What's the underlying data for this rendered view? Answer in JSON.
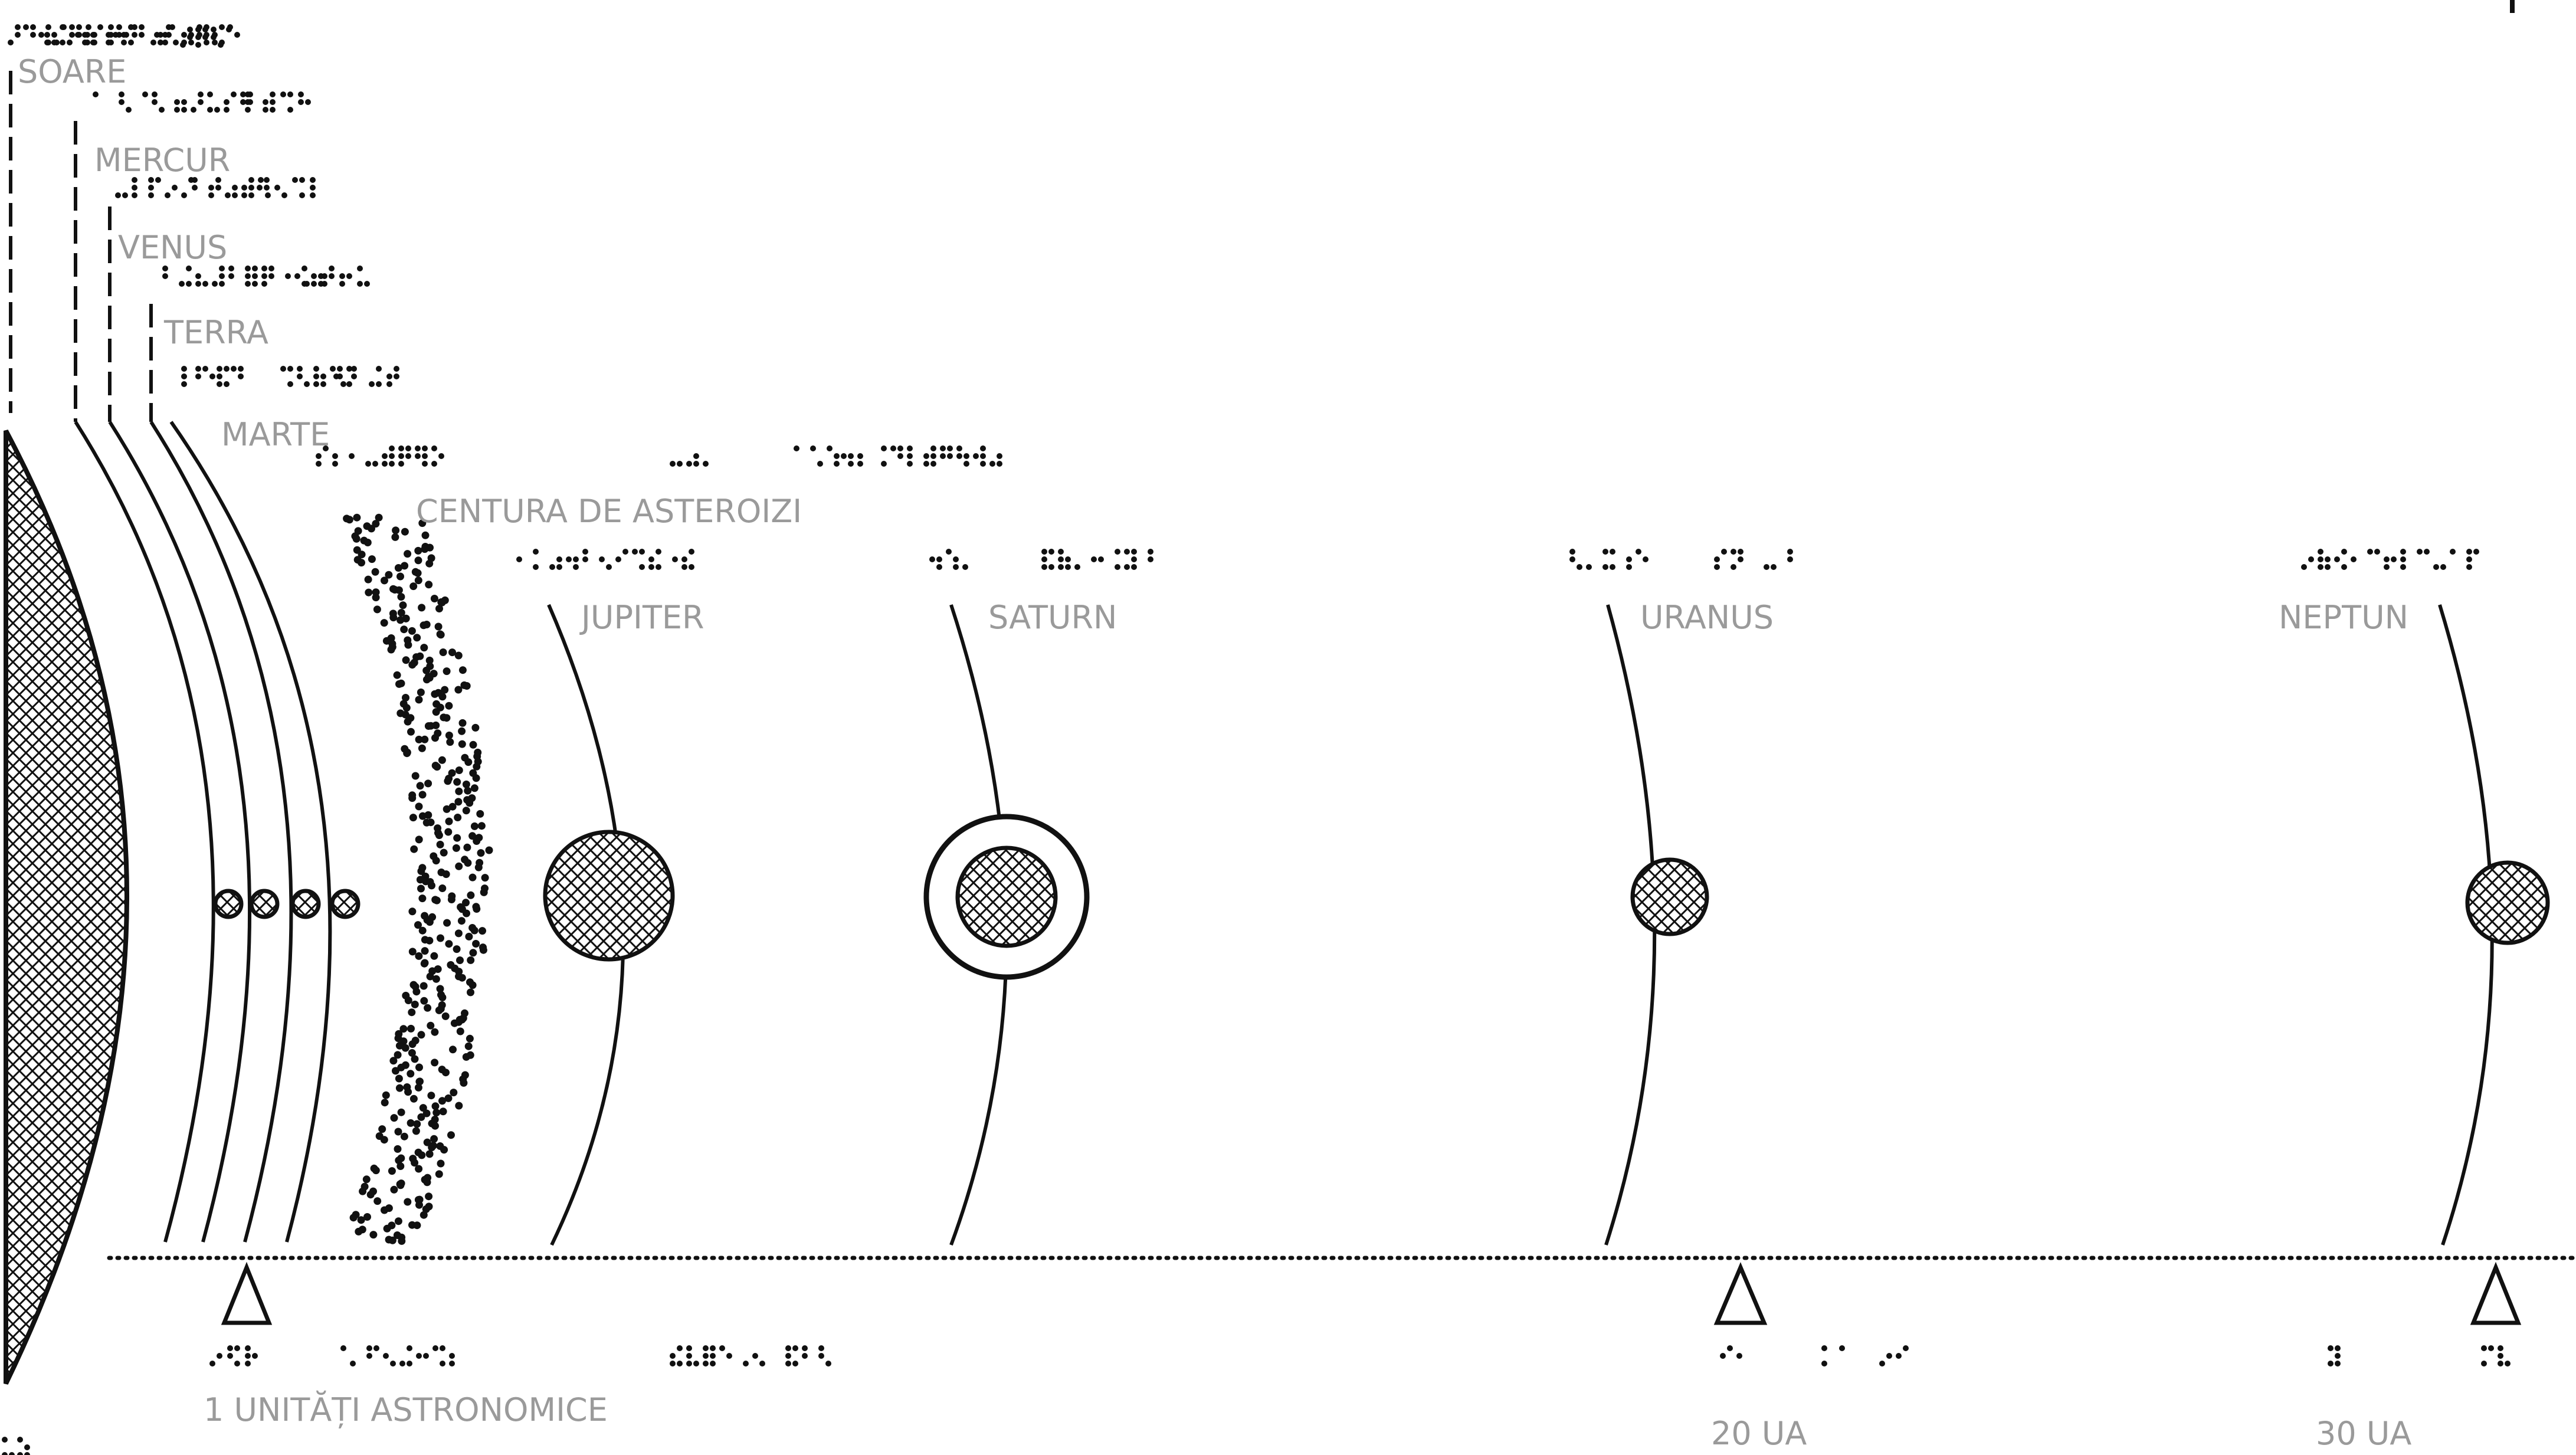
{
  "sun": {
    "label": "SOARE"
  },
  "planets": [
    {
      "id": "mercur",
      "label": "MERCUR"
    },
    {
      "id": "venus",
      "label": "VENUS"
    },
    {
      "id": "terra",
      "label": "TERRA"
    },
    {
      "id": "marte",
      "label": "MARTE"
    },
    {
      "id": "jupiter",
      "label": "JUPITER"
    },
    {
      "id": "saturn",
      "label": "SATURN"
    },
    {
      "id": "uranus",
      "label": "URANUS"
    },
    {
      "id": "neptun",
      "label": "NEPTUN"
    }
  ],
  "asteroid_belt": {
    "label": "CENTURA DE ASTEROIZI"
  },
  "scale": {
    "marker_1": "1 UNITĂȚI ASTRONOMICE",
    "marker_20": "20 UA",
    "marker_30": "30 UA"
  },
  "colors": {
    "ink": "#111111",
    "label": "#9a9a9a",
    "background": "#ffffff"
  }
}
